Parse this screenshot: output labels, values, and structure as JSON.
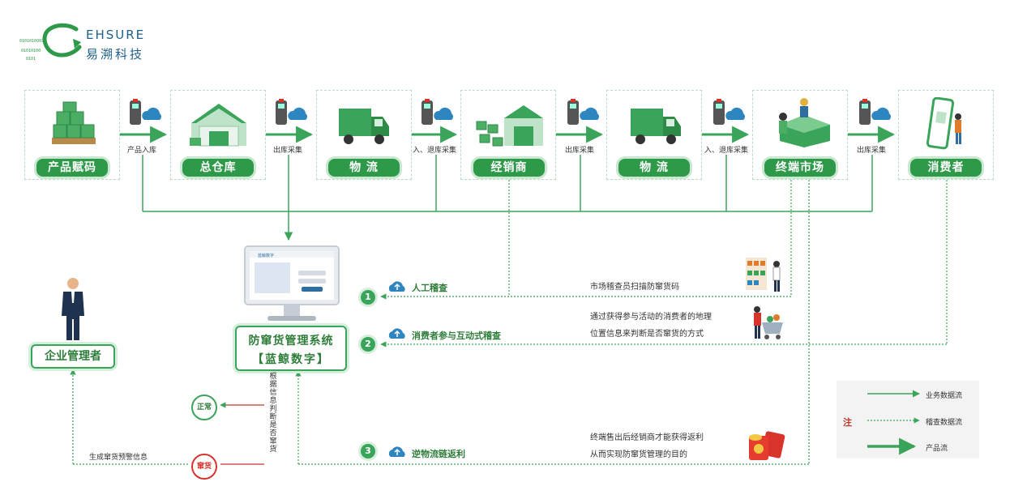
{
  "logo": {
    "en": "EHSURE",
    "cn": "易溯科技"
  },
  "chain": [
    {
      "label": "产品赋码",
      "icon": "pallet-boxes-icon"
    },
    {
      "label": "总仓库",
      "icon": "warehouse-icon"
    },
    {
      "label": "物 流",
      "icon": "truck-icon"
    },
    {
      "label": "经销商",
      "icon": "distributor-warehouse-icon"
    },
    {
      "label": "物 流",
      "icon": "truck-icon"
    },
    {
      "label": "终端市场",
      "icon": "store-counter-icon"
    },
    {
      "label": "消费者",
      "icon": "smartphone-user-icon"
    }
  ],
  "steps": [
    "产品入库",
    "出库采集",
    "入、退库采集",
    "出库采集",
    "入、退库采集",
    "出库采集"
  ],
  "system": {
    "line1": "防窜货管理系统",
    "line2": "【蓝鲸数字】",
    "screen_logo": "蓝鲸数字"
  },
  "manager": "企业管理者",
  "methods": [
    {
      "num": "1",
      "title": "人工稽查",
      "desc": [
        "市场稽查员扫描防窜货码"
      ],
      "icon": "inspector-shelf-icon"
    },
    {
      "num": "2",
      "title": "消费者参与互动式稽查",
      "desc": [
        "通过获得参与活动的消费者的地理",
        "位置信息来判断是否窜货的方式"
      ],
      "icon": "shopper-cart-icon"
    },
    {
      "num": "3",
      "title": "逆物流链返利",
      "desc": [
        "终端售出后经销商才能获得返利",
        "从而实现防窜货管理的目的"
      ],
      "icon": "red-envelope-icon"
    }
  ],
  "judge_text": "根据信息判断是否窜货",
  "results": {
    "normal": "正常",
    "fake": "窜货"
  },
  "warning": "生成窜货预警信息",
  "legend": {
    "note": "注",
    "items": [
      "业务数据流",
      "稽查数据流",
      "产品流"
    ]
  },
  "colors": {
    "green": "#3aa55a",
    "dark_green": "#2e9a49",
    "red": "#d9342b",
    "logo_blue": "#1e5f8c"
  }
}
